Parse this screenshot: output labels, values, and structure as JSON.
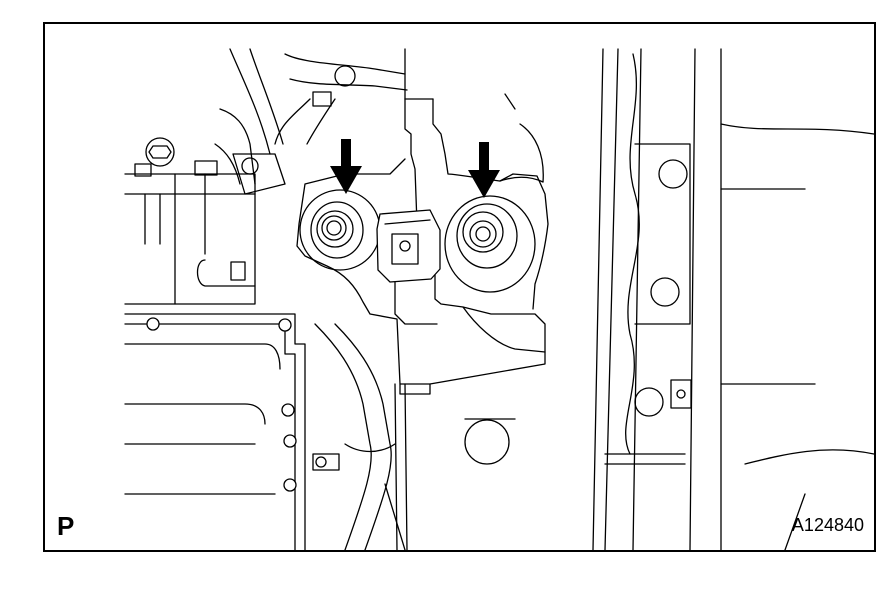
{
  "diagram": {
    "corner_label": "P",
    "figure_code": "A124840",
    "callouts": [
      {
        "id": "left-bolt",
        "shape": "arrow-down"
      },
      {
        "id": "right-bolt",
        "shape": "arrow-down"
      }
    ],
    "colors": {
      "line": "#000000",
      "background": "#ffffff"
    }
  }
}
